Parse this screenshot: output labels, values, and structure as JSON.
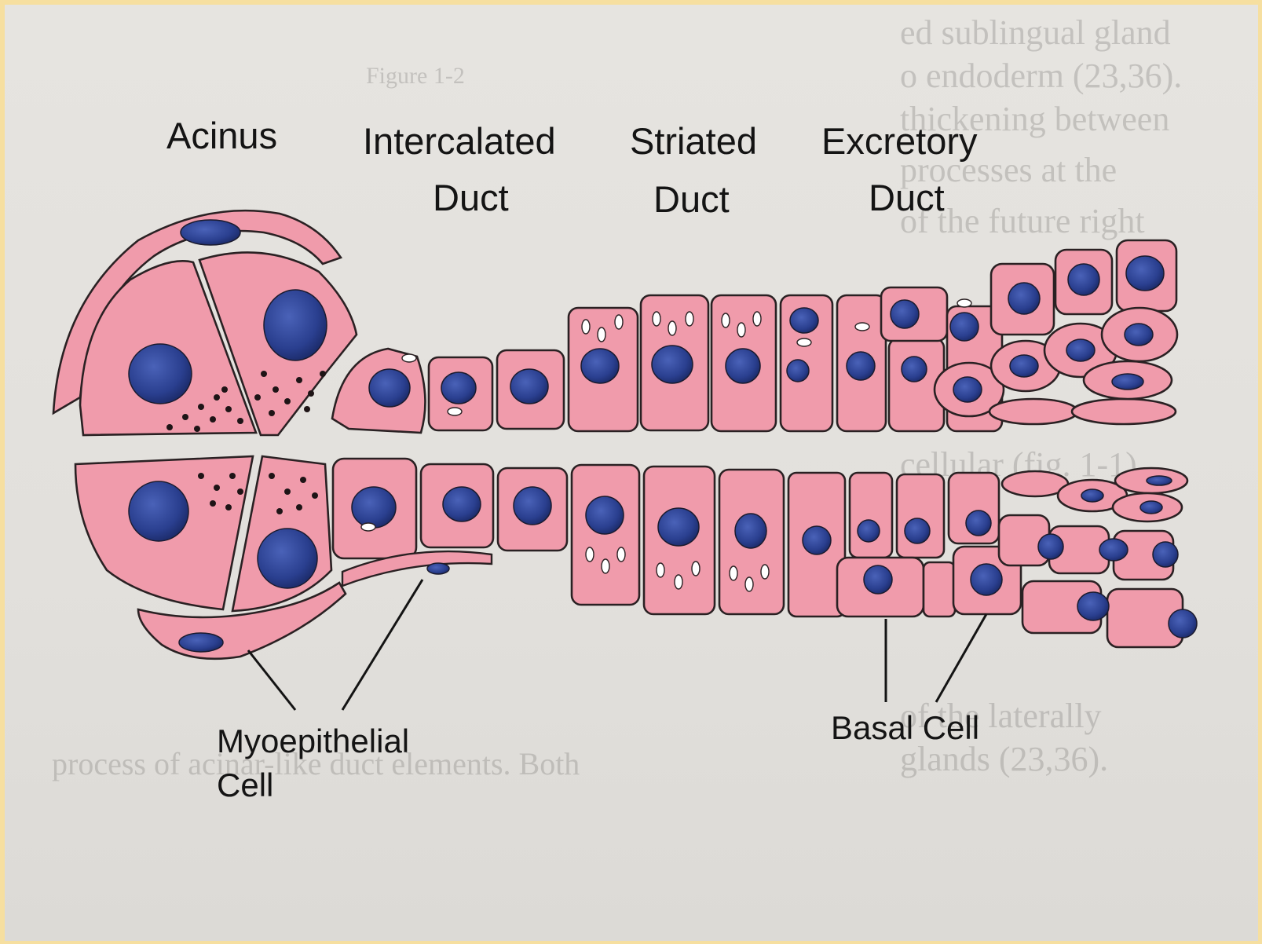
{
  "section_labels": {
    "acinus": "Acinus",
    "intercalated_1": "Intercalated",
    "intercalated_2": "Duct",
    "striated_1": "Striated",
    "striated_2": "Duct",
    "excretory_1": "Excretory",
    "excretory_2": "Duct"
  },
  "callouts": {
    "myoepithelial_1": "Myoepithelial",
    "myoepithelial_2": "Cell",
    "basal": "Basal Cell"
  },
  "colors": {
    "background": "#f6dfa0",
    "paper": "#e4e2de",
    "cytoplasm": "#f09bab",
    "nucleus": "#2a3f8f",
    "outline": "#2a2123"
  }
}
